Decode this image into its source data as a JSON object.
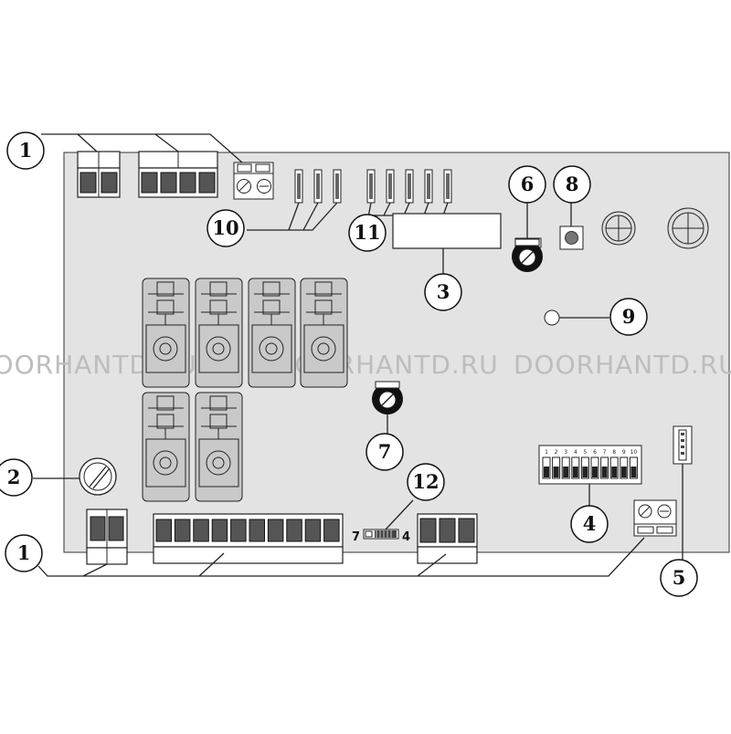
{
  "watermarks": [
    "DOORHANTD.RU",
    "DOORHANTD.RU",
    "DOORHANTD.RU"
  ],
  "callouts": {
    "c1_top": "1",
    "c1_bottom": "1",
    "c2": "2",
    "c3": "3",
    "c4": "4",
    "c5": "5",
    "c6": "6",
    "c7": "7",
    "c8": "8",
    "c9": "9",
    "c10": "10",
    "c11": "11",
    "c12": "12"
  },
  "dip_switch": {
    "labels": [
      "1",
      "2",
      "3",
      "4",
      "5",
      "6",
      "7",
      "8",
      "9",
      "10"
    ]
  },
  "jumper": {
    "left_label": "7",
    "right_label": "4"
  }
}
